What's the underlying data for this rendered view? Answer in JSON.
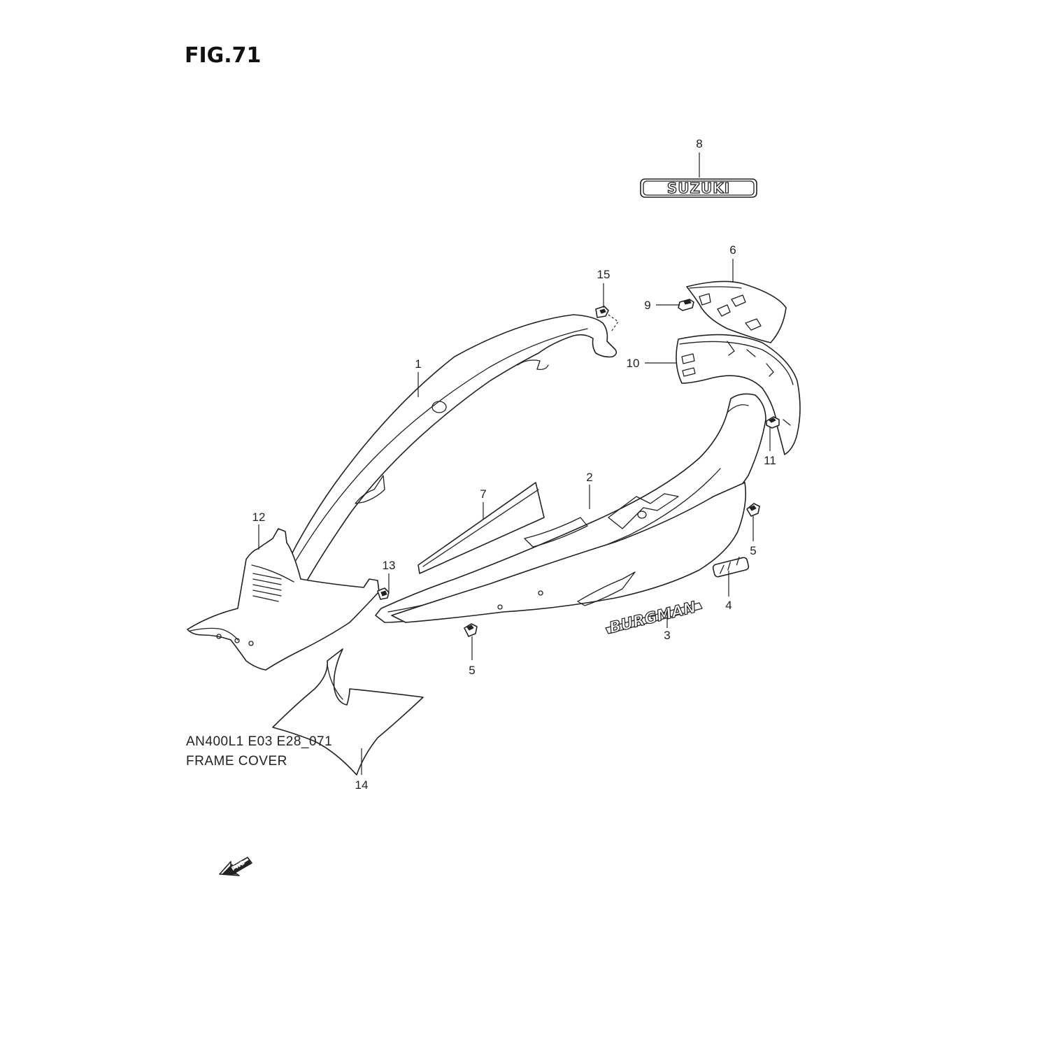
{
  "figure": {
    "title": "FIG.71"
  },
  "callouts": [
    "1",
    "2",
    "3",
    "4",
    "5",
    "5",
    "6",
    "7",
    "8",
    "9",
    "10",
    "11",
    "12",
    "13",
    "14",
    "15"
  ],
  "labels": {
    "emblem": "SUZUKI",
    "decal_burgman": "BURGMAN",
    "fwd": "FWD"
  },
  "footer": {
    "code": "AN400L1 E03 E28_071",
    "name": "FRAME COVER"
  },
  "colors": {
    "line": "#222222",
    "background": "#ffffff"
  }
}
